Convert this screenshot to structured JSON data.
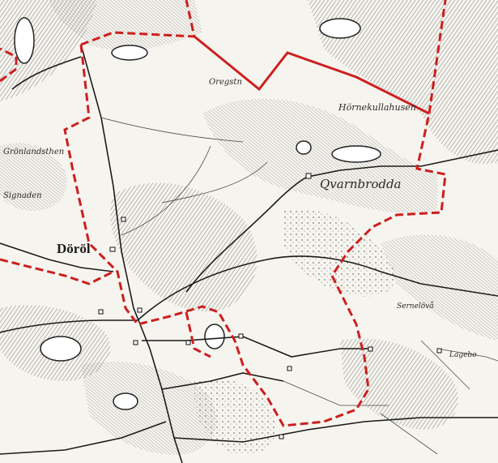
{
  "map": {
    "colors": {
      "paper": "#f6f4ee",
      "ink": "#2a2a2a",
      "boundary": "#cc1f1f",
      "hachure": "#6e6e6e"
    },
    "labels": {
      "dorel": "Döröl",
      "qvarnbrodda": "Qvarnbrodda",
      "hemukullahusen": "Hörnekullahusen",
      "oregstn": "Oregstn",
      "grolandsth": "Grönlandsthen",
      "signaden": "Signaden",
      "serneluva": "Sernelövå",
      "lagebo": "Lagebo"
    }
  }
}
